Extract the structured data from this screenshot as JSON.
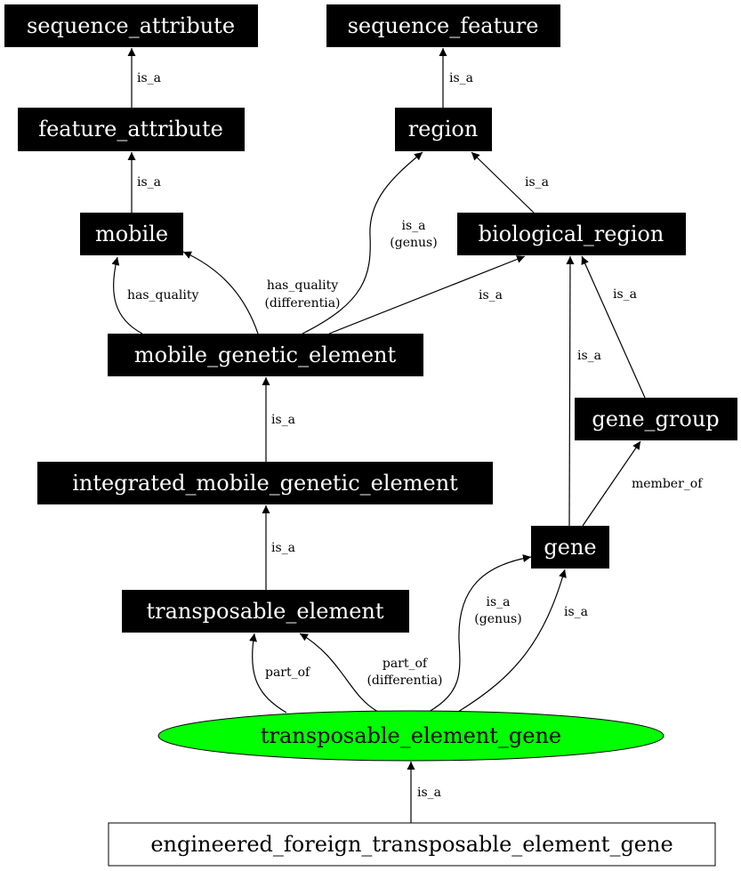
{
  "nodes": {
    "sequence_attribute": "sequence_attribute",
    "sequence_feature": "sequence_feature",
    "feature_attribute": "feature_attribute",
    "region": "region",
    "mobile": "mobile",
    "biological_region": "biological_region",
    "mobile_genetic_element": "mobile_genetic_element",
    "gene_group": "gene_group",
    "integrated_mobile_genetic_element": "integrated_mobile_genetic_element",
    "gene": "gene",
    "transposable_element": "transposable_element",
    "transposable_element_gene": "transposable_element_gene",
    "engineered_foreign_transposable_element_gene": "engineered_foreign_transposable_element_gene"
  },
  "edge_labels": {
    "is_a": "is_a",
    "has_quality": "has_quality",
    "differentia": "(differentia)",
    "genus": "(genus)",
    "part_of": "part_of",
    "member_of": "member_of"
  },
  "colors": {
    "focus_node": "#00ff00",
    "node": "#000000"
  }
}
